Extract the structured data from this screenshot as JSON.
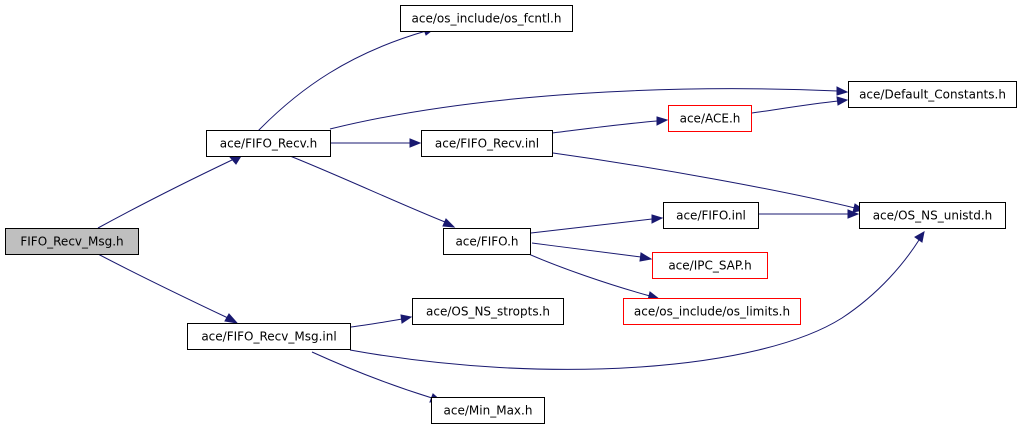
{
  "graph": {
    "edge_color": "#191970",
    "incomplete_border_color": "#ff0000",
    "root_fill_color": "#bfbfbf",
    "nodes": [
      {
        "id": "fifo_recv_msg_h",
        "label": "FIFO_Recv_Msg.h"
      },
      {
        "id": "fifo_recv_h",
        "label": "ace/FIFO_Recv.h"
      },
      {
        "id": "fifo_recv_msg_inl",
        "label": "ace/FIFO_Recv_Msg.inl"
      },
      {
        "id": "os_fcntl_h",
        "label": "ace/os_include/os_fcntl.h"
      },
      {
        "id": "default_constants_h",
        "label": "ace/Default_Constants.h"
      },
      {
        "id": "fifo_recv_inl",
        "label": "ace/FIFO_Recv.inl"
      },
      {
        "id": "ace_h",
        "label": "ace/ACE.h"
      },
      {
        "id": "fifo_h",
        "label": "ace/FIFO.h"
      },
      {
        "id": "fifo_inl",
        "label": "ace/FIFO.inl"
      },
      {
        "id": "os_ns_unistd_h",
        "label": "ace/OS_NS_unistd.h"
      },
      {
        "id": "ipc_sap_h",
        "label": "ace/IPC_SAP.h"
      },
      {
        "id": "os_limits_h",
        "label": "ace/os_include/os_limits.h"
      },
      {
        "id": "os_ns_stropts_h",
        "label": "ace/OS_NS_stropts.h"
      },
      {
        "id": "min_max_h",
        "label": "ace/Min_Max.h"
      }
    ]
  }
}
